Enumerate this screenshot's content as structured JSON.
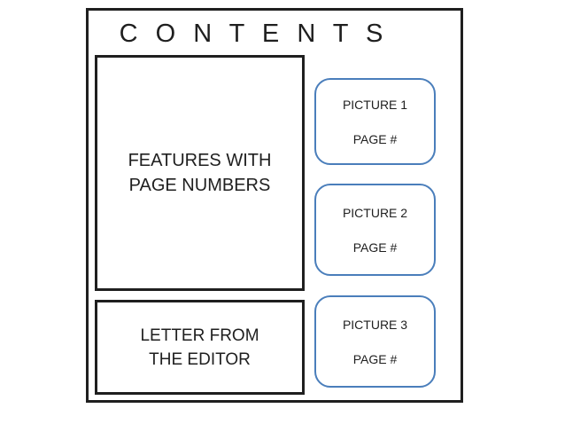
{
  "title": "C O N T E N T S",
  "features_box": {
    "label": "FEATURES WITH PAGE NUMBERS"
  },
  "letter_box": {
    "label": "LETTER FROM THE EDITOR"
  },
  "picture_boxes": [
    {
      "title": "PICTURE 1",
      "page": "PAGE #"
    },
    {
      "title": "PICTURE 2",
      "page": "PAGE #"
    },
    {
      "title": "PICTURE 3",
      "page": "PAGE #"
    }
  ],
  "colors": {
    "accent_blue": "#4a7ebb",
    "ink": "#1f1f1f",
    "bg": "#ffffff"
  }
}
